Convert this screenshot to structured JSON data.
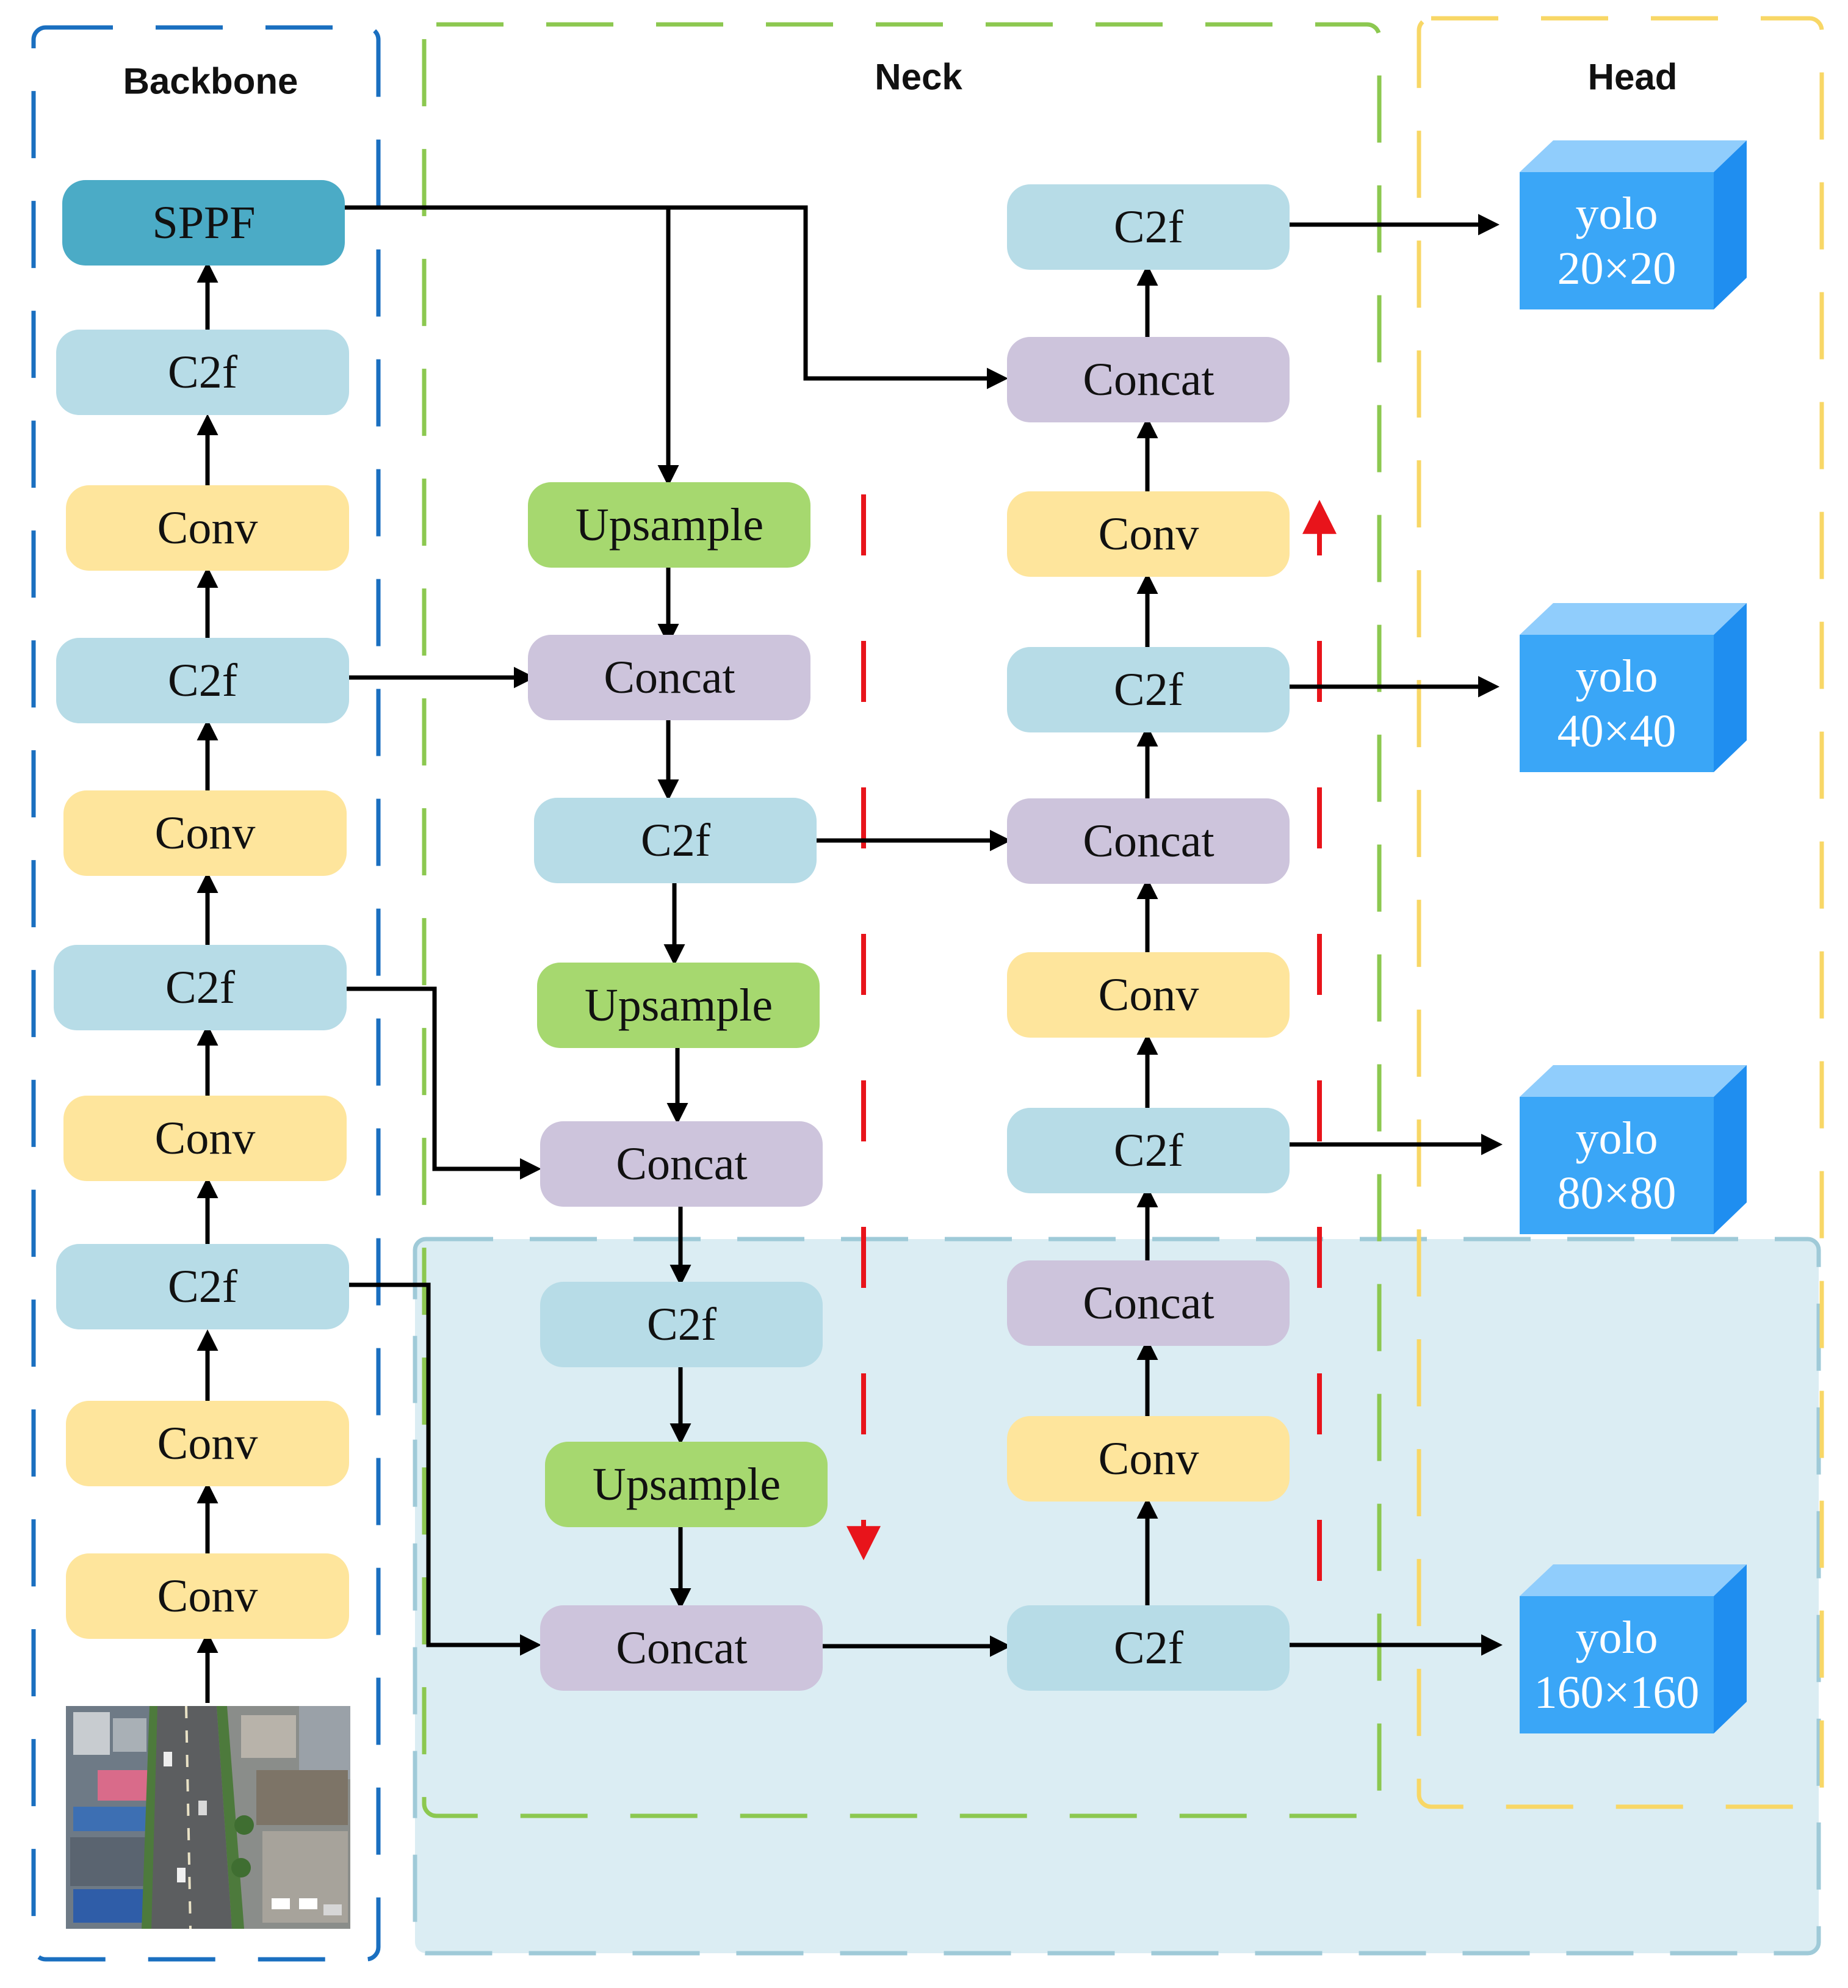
{
  "sections": {
    "backbone": "Backbone",
    "neck": "Neck",
    "head": "Head"
  },
  "colors": {
    "backbone_border": "#1a6fc0",
    "neck_border": "#8cc850",
    "head_border": "#f8d766",
    "highlight_fill": "#dbedf3",
    "highlight_border": "#9fcad8",
    "c2f": "#b7dce7",
    "conv": "#fee59c",
    "concat": "#cdc4dc",
    "upsample": "#a6d86f",
    "sppf": "#4babc6",
    "yolo_front": "#3aa6f7",
    "yolo_top": "#90cdfc",
    "yolo_side": "#1f8ef0",
    "red_flow": "#e8141b"
  },
  "backbone": {
    "sppf": "SPPF",
    "c2f_4": "C2f",
    "conv_4": "Conv",
    "c2f_3": "C2f",
    "conv_3": "Conv",
    "c2f_2": "C2f",
    "conv_2": "Conv",
    "c2f_1": "C2f",
    "conv_1": "Conv",
    "conv_0": "Conv"
  },
  "neck_down": {
    "upsample_1": "Upsample",
    "concat_1": "Concat",
    "c2f_1": "C2f",
    "upsample_2": "Upsample",
    "concat_2": "Concat",
    "c2f_2": "C2f",
    "upsample_3": "Upsample",
    "concat_3": "Concat"
  },
  "neck_up": {
    "c2f_160": "C2f",
    "conv_1": "Conv",
    "concat_1": "Concat",
    "c2f_80": "C2f",
    "conv_2": "Conv",
    "concat_2": "Concat",
    "c2f_40": "C2f",
    "conv_3": "Conv",
    "concat_3": "Concat",
    "c2f_20": "C2f"
  },
  "head": [
    {
      "line1": "yolo",
      "line2": "20×20"
    },
    {
      "line1": "yolo",
      "line2": "40×40"
    },
    {
      "line1": "yolo",
      "line2": "80×80"
    },
    {
      "line1": "yolo",
      "line2": "160×160"
    }
  ],
  "input_image": "aerial-street-photo"
}
